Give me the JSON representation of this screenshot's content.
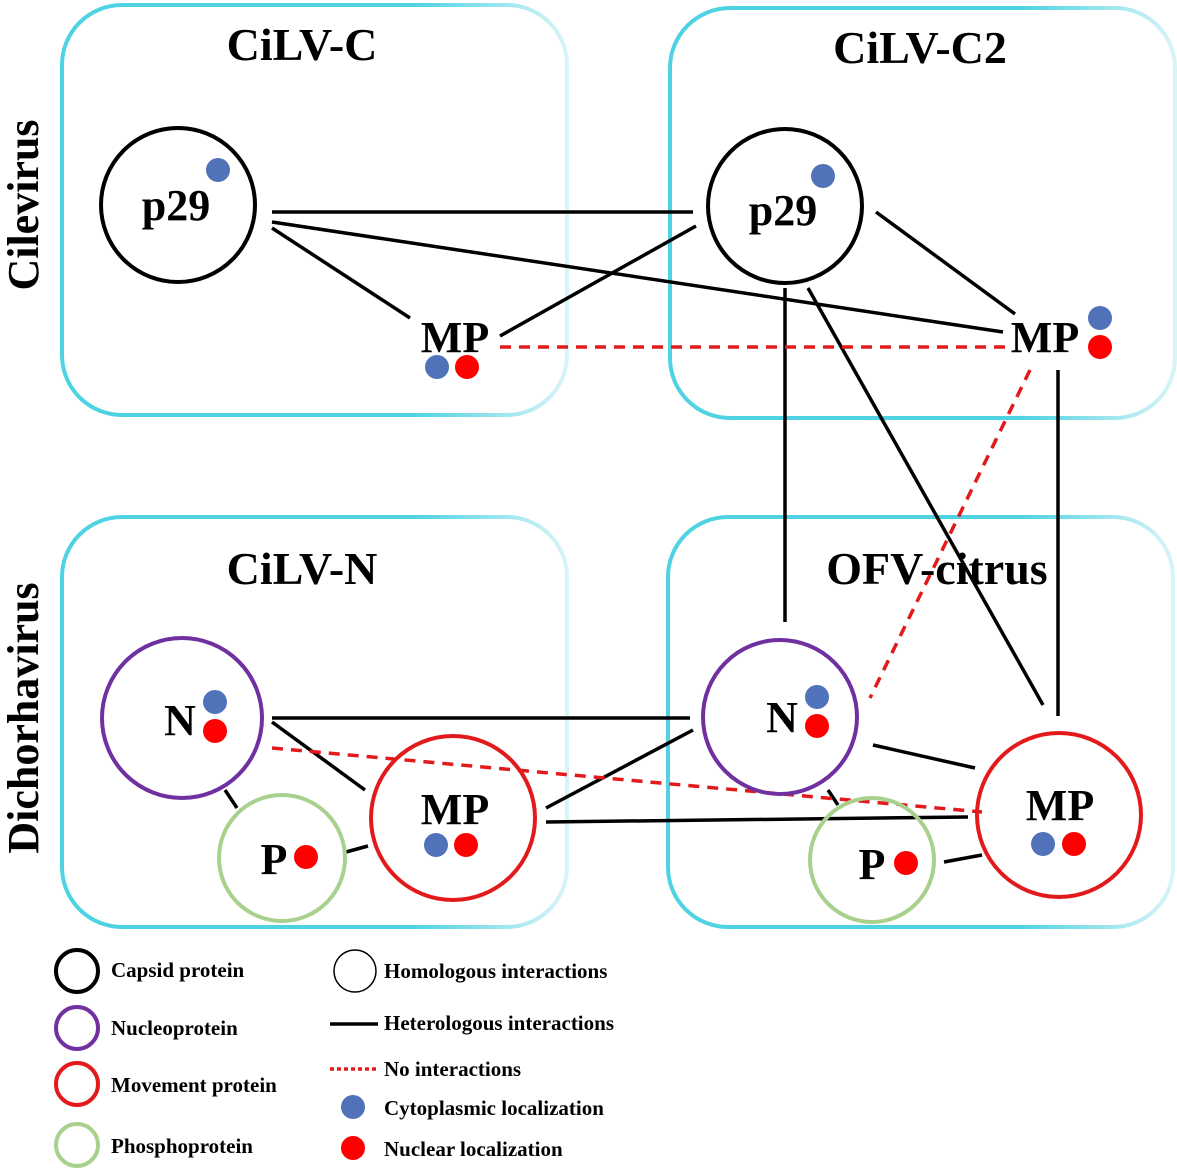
{
  "colors": {
    "box_border": "#4fd3e3",
    "capsid": "#000000",
    "nucleoprotein": "#7030a0",
    "movement": "#e31a1c",
    "phospho": "#a9d18e",
    "cytoplasmic_dot": "#4f72b8",
    "nuclear_dot": "#ff0000",
    "no_interaction": "#e31a1c"
  },
  "side_labels": {
    "top": "Cilevirus",
    "bottom": "Dichorhavirus"
  },
  "groups": {
    "ciLV_C": "CiLV-C",
    "ciLV_C2": "CiLV-C2",
    "ciLV_N": "CiLV-N",
    "ofv": "OFV-citrus"
  },
  "nodes": {
    "c_p29": "p29",
    "c_mp": "MP",
    "c2_p29": "p29",
    "c2_mp": "MP",
    "n_n": "N",
    "n_mp": "MP",
    "n_p": "P",
    "o_n": "N",
    "o_mp": "MP",
    "o_p": "P"
  },
  "legend": {
    "left": [
      {
        "label": "Capsid protein",
        "color": "#000000"
      },
      {
        "label": "Nucleoprotein",
        "color": "#7030a0"
      },
      {
        "label": "Movement protein",
        "color": "#e31a1c"
      },
      {
        "label": "Phosphoprotein",
        "color": "#a9d18e"
      }
    ],
    "right": [
      {
        "label": "Homologous interactions",
        "icon": "thin-circle-icon"
      },
      {
        "label": "Heterologous interactions",
        "icon": "solid-line-icon"
      },
      {
        "label": "No interactions",
        "icon": "dashed-red-line-icon"
      },
      {
        "label": "Cytoplasmic localization",
        "icon": "blue-dot-icon"
      },
      {
        "label": "Nuclear localization",
        "icon": "red-dot-icon"
      }
    ]
  }
}
